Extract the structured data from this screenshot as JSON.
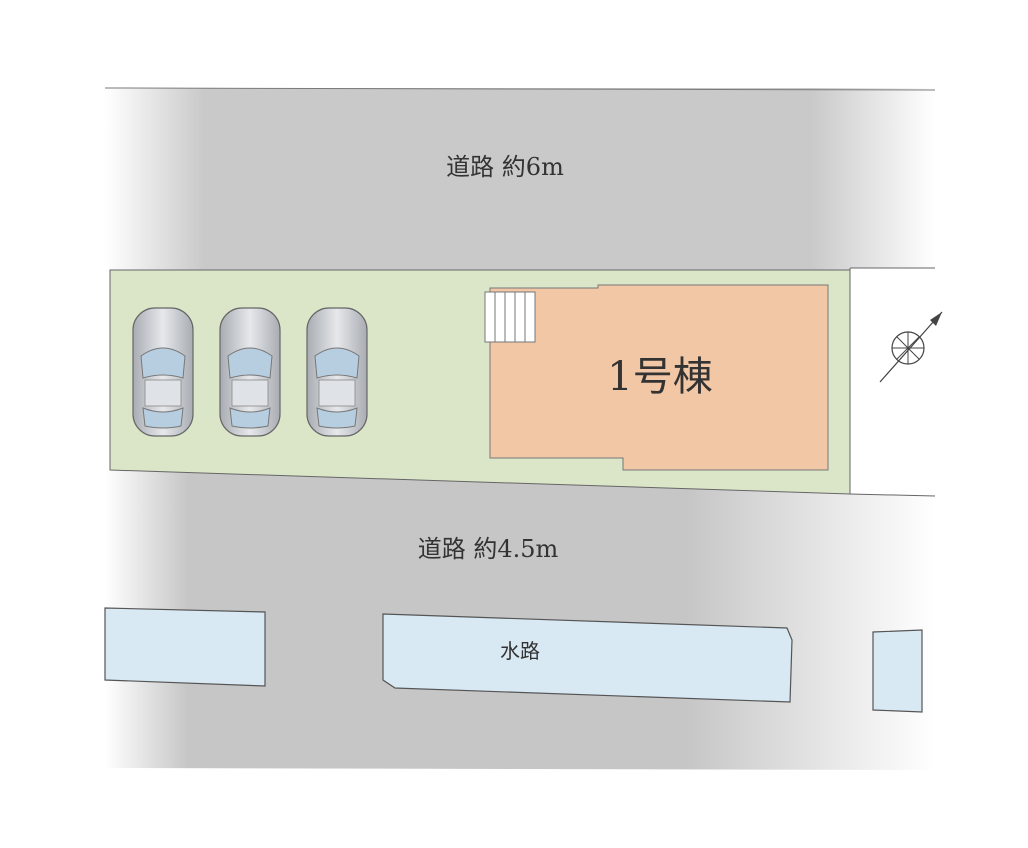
{
  "map": {
    "road_top": {
      "label": "道路 約6m"
    },
    "road_bottom": {
      "label": "道路 約4.5m"
    },
    "waterway": {
      "label": "水路"
    },
    "building": {
      "label": "1号棟"
    },
    "parking_spaces": [
      {
        "icon": "car-icon"
      },
      {
        "icon": "car-icon"
      },
      {
        "icon": "car-icon"
      }
    ],
    "compass": {
      "icon": "north-arrow-icon"
    }
  },
  "colors": {
    "road": "#c4c4c4",
    "lot": "#dbe6c8",
    "building": "#f2c7a5",
    "waterway": "#d8e9f4",
    "car_body": "#cfd3d8",
    "car_glass": "#b7cde0"
  }
}
